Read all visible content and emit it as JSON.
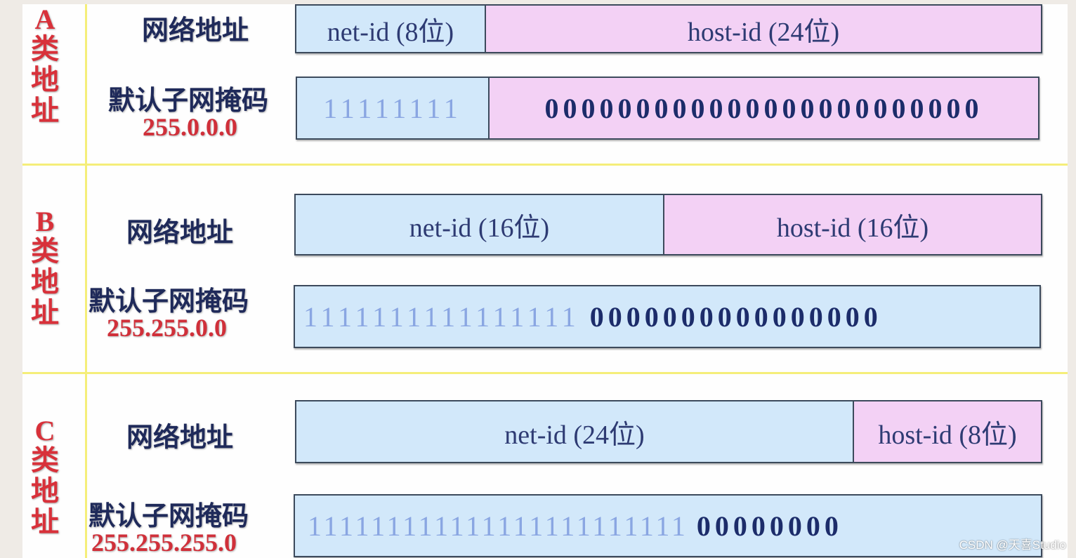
{
  "classes": [
    {
      "letter": "A",
      "chars": [
        "类",
        "地",
        "址"
      ],
      "network_label": "网络地址",
      "mask_label": "默认子网掩码",
      "mask_value": "255.0.0.0",
      "net_id": "net-id (8位)",
      "host_id": "host-id (24位)",
      "mask_ones": "11111111",
      "mask_zeros": "000000000000000000000000"
    },
    {
      "letter": "B",
      "chars": [
        "类",
        "地",
        "址"
      ],
      "network_label": "网络地址",
      "mask_label": "默认子网掩码",
      "mask_value": "255.255.0.0",
      "net_id": "net-id (16位)",
      "host_id": "host-id (16位)",
      "mask_ones": "1111111111111111",
      "mask_zeros": "0000000000000000"
    },
    {
      "letter": "C",
      "chars": [
        "类",
        "地",
        "址"
      ],
      "network_label": "网络地址",
      "mask_label": "默认子网掩码",
      "mask_value": "255.255.255.0",
      "net_id": "net-id (24位)",
      "host_id": "host-id (8位)",
      "mask_ones": "111111111111111111111111",
      "mask_zeros": "00000000"
    }
  ],
  "colors": {
    "net": "#d2e8fa",
    "host": "#f3d1f5",
    "label_red": "#d8313a",
    "label_navy": "#1f2a5a",
    "divider_yellow": "#f5ee7a"
  },
  "watermark": "CSDN @天喜Studio"
}
